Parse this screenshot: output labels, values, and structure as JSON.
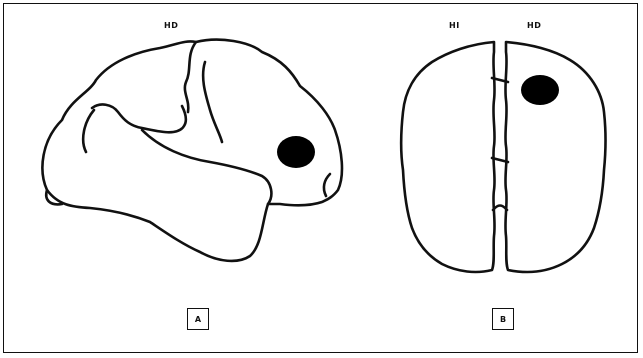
{
  "figure": {
    "panel_a": {
      "hemisphere_label": "HD",
      "panel_label": "A",
      "view": "lateral"
    },
    "panel_b": {
      "left_hemisphere_label": "HI",
      "right_hemisphere_label": "HD",
      "panel_label": "B",
      "view": "superior"
    },
    "colors": {
      "ink": "#111111",
      "lesion": "#000000",
      "background": "#ffffff"
    }
  }
}
